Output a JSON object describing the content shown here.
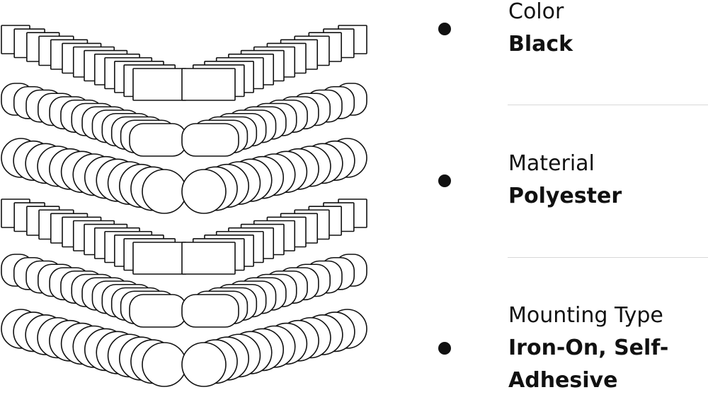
{
  "attributes": [
    {
      "label": "Color",
      "value": "Black"
    },
    {
      "label": "Material",
      "value": "Polyester"
    },
    {
      "label": "Mounting Type",
      "value": "Iron-On, Self-Adhesive"
    }
  ],
  "image": {
    "subject": "patches",
    "fill_color": "#ffffff",
    "stroke_color": "#111111"
  }
}
